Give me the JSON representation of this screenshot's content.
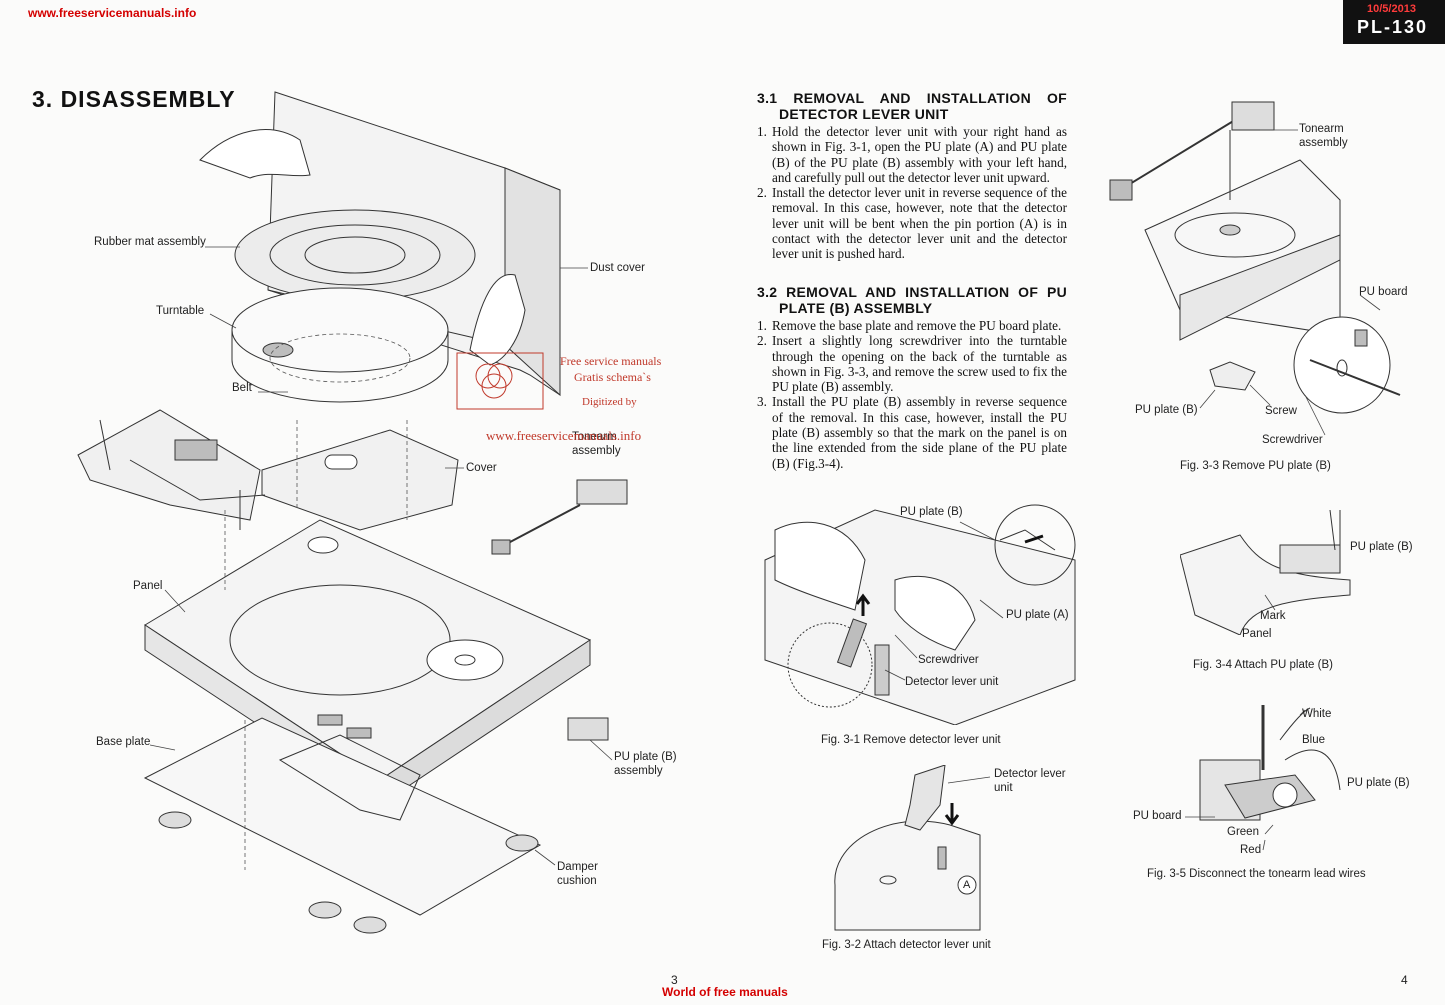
{
  "header": {
    "site_url": "www.freeservicemanuals.info",
    "date": "10/5/2013",
    "model": "PL-130"
  },
  "page_title": "3. DISASSEMBLY",
  "left_labels": {
    "rubber_mat": "Rubber mat assembly",
    "turntable": "Turntable",
    "belt": "Belt",
    "dust_cover": "Dust cover",
    "cover": "Cover",
    "tonearm": "Tonearm\nassembly",
    "panel": "Panel",
    "base_plate": "Base plate",
    "pu_plate_b": "PU plate (B)\nassembly",
    "damper": "Damper\ncushion"
  },
  "watermark": {
    "line1": "Free service manuals",
    "line2": "Gratis schema`s",
    "line3": "Digitized by",
    "line4": "www.freeservicemanuals.info"
  },
  "section_31": {
    "heading_line1": "3.1 REMOVAL AND INSTALLATION OF",
    "heading_line2": "DETECTOR LEVER UNIT",
    "steps": [
      {
        "num": "1.",
        "text": "Hold the detector lever unit with your right hand as shown in Fig. 3-1, open the PU plate (A) and PU plate (B) of the PU plate (B) assembly with your left hand, and carefully pull out the detector lever unit upward."
      },
      {
        "num": "2.",
        "text": "Install the detector lever unit in reverse sequence of the removal. In this case, however, note that the detector lever unit will be bent when the pin portion (A) is in contact with the detector lever unit and the detector lever unit is pushed hard."
      }
    ]
  },
  "section_32": {
    "heading_line1": "3.2 REMOVAL AND INSTALLATION OF PU",
    "heading_line2": "PLATE (B) ASSEMBLY",
    "steps": [
      {
        "num": "1.",
        "text": "Remove the base plate and remove the PU board plate."
      },
      {
        "num": "2.",
        "text": "Insert a slightly long screwdriver into the turntable through the opening on the back of the turntable as shown in Fig. 3-3, and remove the screw used to fix the PU plate (B) assembly."
      },
      {
        "num": "3.",
        "text": "Install the PU plate (B) assembly in reverse sequence of the removal. In this case, however, install the PU plate (B) assembly so that the mark on the panel is on the line extended from the side plane of the PU plate (B) (Fig.3-4)."
      }
    ]
  },
  "fig31": {
    "caption": "Fig. 3-1  Remove detector lever unit",
    "pu_plate_b": "PU plate (B)",
    "pu_plate_a": "PU plate (A)",
    "screwdriver": "Screwdriver",
    "detector": "Detector lever unit"
  },
  "fig32": {
    "caption": "Fig. 3-2  Attach detector lever unit",
    "detector": "Detector lever\nunit",
    "pin": "A"
  },
  "fig33": {
    "caption": "Fig. 3-3  Remove PU plate (B)",
    "tonearm": "Tonearm\nassembly",
    "pu_board": "PU board",
    "pu_plate_b": "PU plate (B)",
    "screw": "Screw",
    "screwdriver": "Screwdriver"
  },
  "fig34": {
    "caption": "Fig. 3-4  Attach PU plate (B)",
    "pu_plate_b": "PU plate (B)",
    "mark": "Mark",
    "panel": "Panel"
  },
  "fig35": {
    "caption": "Fig. 3-5  Disconnect the tonearm lead wires",
    "white": "White",
    "blue": "Blue",
    "pu_plate_b": "PU plate (B)",
    "pu_board": "PU board",
    "green": "Green",
    "red": "Red"
  },
  "footer": {
    "page_left": "3",
    "page_right": "4",
    "site": "World of free manuals"
  }
}
